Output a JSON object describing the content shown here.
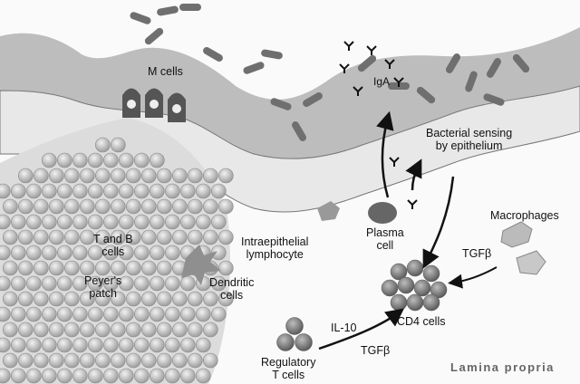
{
  "labels": {
    "m_cells": "M cells",
    "iga": "IgA",
    "bacterial_sensing_1": "Bacterial sensing",
    "bacterial_sensing_2": "by epithelium",
    "t_and_b_1": "T and B",
    "t_and_b_2": "cells",
    "peyers_1": "Peyer's",
    "peyers_2": "patch",
    "dendritic_1": "Dendritic",
    "dendritic_2": "cells",
    "iel_1": "Intraepithelial",
    "iel_2": "lymphocyte",
    "plasma_1": "Plasma",
    "plasma_2": "cell",
    "macrophages": "Macrophages",
    "tgfb_macro": "TGFβ",
    "cd4": "CD4 cells",
    "il10": "IL-10",
    "tgfb_treg": "TGFβ",
    "treg_1": "Regulatory",
    "treg_2": "T cells",
    "lamina_propria": "Lamina propria"
  },
  "colors": {
    "tissue": "#c9c9c9",
    "epithelium": "#e6e6e6",
    "cell": "#8a8a8a",
    "bacteria": "#6f6f6f"
  }
}
